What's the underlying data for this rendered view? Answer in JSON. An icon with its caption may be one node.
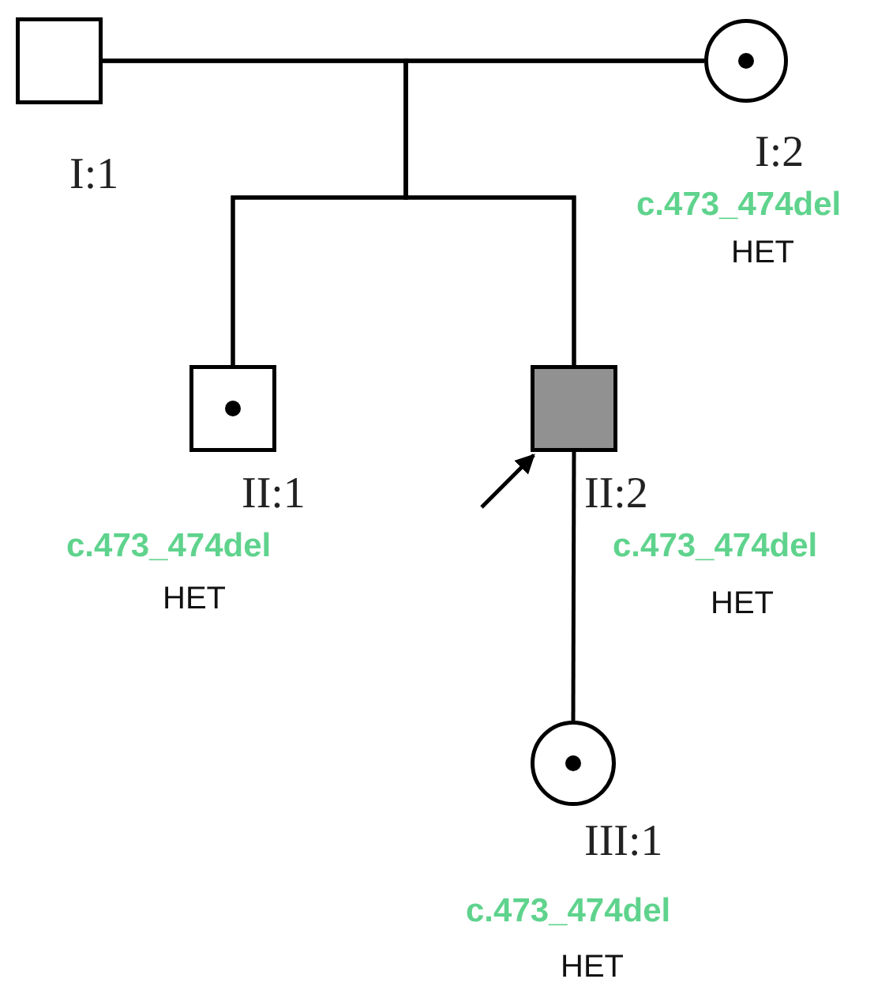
{
  "diagram": {
    "nodes": [
      {
        "text": [],
        "shape": "box",
        "beside": [
          "I:1"
        ]
      },
      {
        "text": [],
        "shape": "circle",
        "beside": [
          "I:2",
          "c.473_474del",
          "HET"
        ]
      },
      {
        "text": [],
        "shape": "box",
        "beside": [
          "II:1",
          "c.473_474del",
          "HET"
        ]
      },
      {
        "text": [],
        "shape": "box",
        "beside": [
          "II:2",
          "c.473_474del",
          "HET"
        ]
      },
      {
        "text": [],
        "shape": "circle",
        "beside": [
          "III:1",
          "c.473_474del",
          "HET"
        ]
      }
    ],
    "edges": [
      {
        "from": 0,
        "to": 1,
        "arrow": "none"
      },
      {
        "from": 0,
        "to": 2,
        "arrow": "none"
      },
      {
        "from": 1,
        "to": 2,
        "arrow": "none"
      },
      {
        "from": 0,
        "to": 3,
        "arrow": "none"
      },
      {
        "from": 1,
        "to": 3,
        "arrow": "none"
      },
      {
        "from": 3,
        "to": 4,
        "arrow": "none"
      },
      {
        "from": null,
        "to": 3,
        "arrow": "to"
      }
    ]
  }
}
